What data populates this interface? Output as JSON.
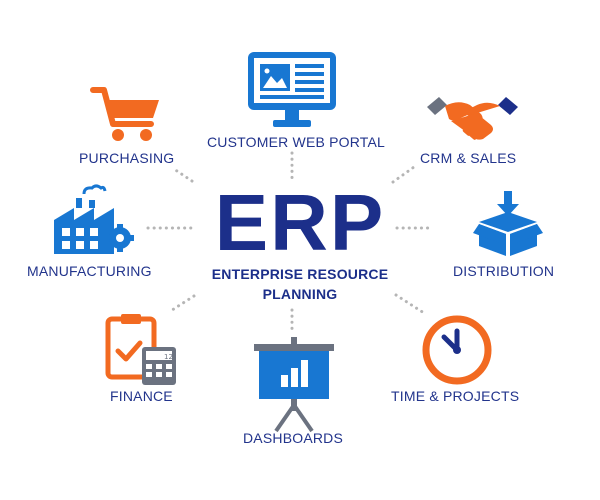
{
  "center": {
    "title": "ERP",
    "subtitle_line1": "ENTERPRISE RESOURCE",
    "subtitle_line2": "PLANNING"
  },
  "modules": [
    {
      "label": "CUSTOMER WEB PORTAL",
      "icon": "monitor-icon"
    },
    {
      "label": "CRM & SALES",
      "icon": "handshake-icon"
    },
    {
      "label": "DISTRIBUTION",
      "icon": "box-icon"
    },
    {
      "label": "TIME & PROJECTS",
      "icon": "clock-icon"
    },
    {
      "label": "DASHBOARDS",
      "icon": "presentation-board-icon"
    },
    {
      "label": "FINANCE",
      "icon": "clipboard-calculator-icon"
    },
    {
      "label": "MANUFACTURING",
      "icon": "factory-icon"
    },
    {
      "label": "PURCHASING",
      "icon": "shopping-cart-icon"
    }
  ],
  "colors": {
    "primary_blue": "#1c2f8a",
    "icon_blue": "#1877d2",
    "accent_orange": "#f26a21",
    "connector_gray": "#b5b5b5"
  }
}
